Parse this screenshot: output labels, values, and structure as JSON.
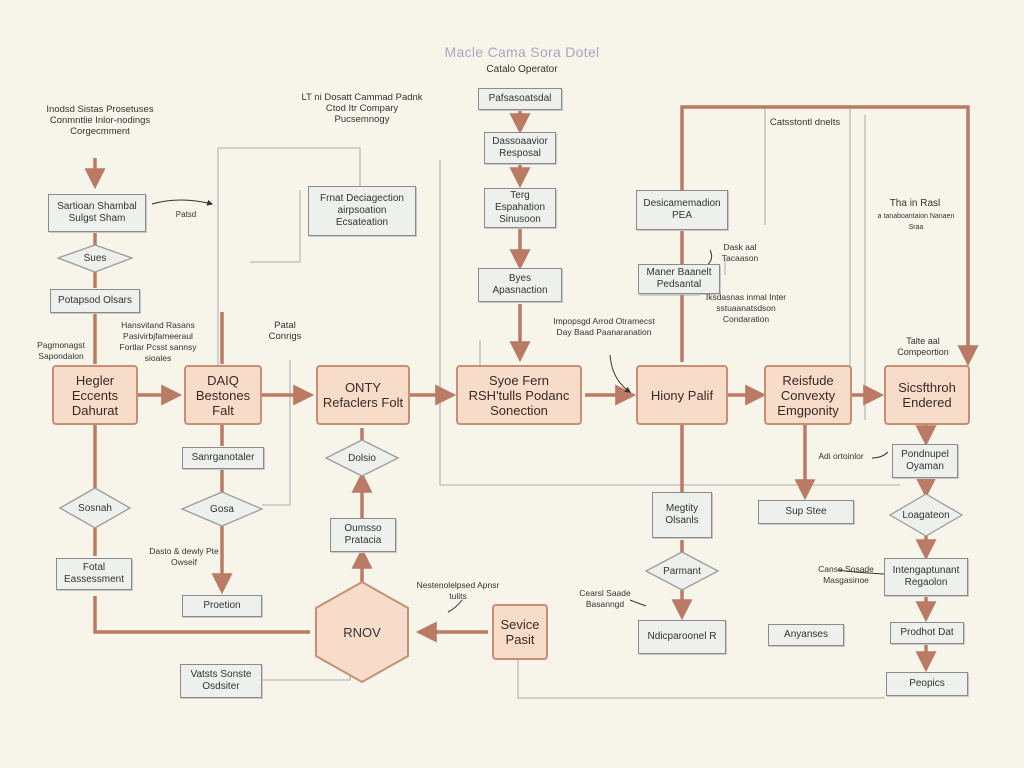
{
  "title": "Macle Cama Sora Dotel",
  "subtitle": "Catalo Operator",
  "main_nodes": [
    {
      "id": "m1",
      "label": "Hegler Eccents Dahurat"
    },
    {
      "id": "m2",
      "label": "DAIQ Bestones Falt"
    },
    {
      "id": "m3",
      "label": "ONTY Refaclers Folt"
    },
    {
      "id": "m4",
      "label": "Syoe Fern RSH'tulls Podanc Sonection"
    },
    {
      "id": "m5",
      "label": "Hiony Palif"
    },
    {
      "id": "m6",
      "label": "Reisfude Convexty Emgponity"
    },
    {
      "id": "m7",
      "label": "Sicsfthroh Endered"
    },
    {
      "id": "m8",
      "label": "Sevice Pasit"
    }
  ],
  "hexagon": {
    "label": "RNOV"
  },
  "boxes": [
    {
      "id": "b1",
      "label": "Sartioan Shambal Sulgst Sham"
    },
    {
      "id": "b2",
      "label": "Potapsod Olsars"
    },
    {
      "id": "b3",
      "label": "Fotal Eassessment"
    },
    {
      "id": "b4",
      "label": "Sanrganotaler"
    },
    {
      "id": "b5",
      "label": "Proetion"
    },
    {
      "id": "b6",
      "label": "Vatsts Sonste Osdsiter"
    },
    {
      "id": "b7",
      "label": "Frnat Deciagection airpsoation Ecsateation"
    },
    {
      "id": "b8",
      "label": "Oumsso Pratacia"
    },
    {
      "id": "b9",
      "label": "Pafsasoatsdal"
    },
    {
      "id": "b10",
      "label": "Dassoaavior Resposal"
    },
    {
      "id": "b11",
      "label": "Terg Espahation Sinusoon"
    },
    {
      "id": "b12",
      "label": "Byes Apasnaction"
    },
    {
      "id": "b13",
      "label": "Desicamemadion PEA"
    },
    {
      "id": "b14",
      "label": "Maner Baanelt Pedsantal"
    },
    {
      "id": "b15",
      "label": "Megtity Olsanls"
    },
    {
      "id": "b16",
      "label": "Ndicparoonel R"
    },
    {
      "id": "b17",
      "label": "Sup Stee"
    },
    {
      "id": "b18",
      "label": "Anyanses"
    },
    {
      "id": "b19",
      "label": "Pondnupel Oyaman"
    },
    {
      "id": "b20",
      "label": "Intengaptunant Regaolon"
    },
    {
      "id": "b21",
      "label": "Prodhot Dat"
    },
    {
      "id": "b22",
      "label": "Peopics"
    }
  ],
  "decisions": [
    {
      "id": "d1",
      "label": "Sues"
    },
    {
      "id": "d2",
      "label": "Sosnah"
    },
    {
      "id": "d3",
      "label": "Gosa"
    },
    {
      "id": "d4",
      "label": "Dolsio"
    },
    {
      "id": "d5",
      "label": "Parmant"
    },
    {
      "id": "d6",
      "label": "Loagateon"
    }
  ],
  "labels": [
    {
      "id": "t1",
      "label": "Inodsd Sistas Prosetuses Conmntlie Inlor-nodings Corgecmment"
    },
    {
      "id": "t2",
      "label": "LT ni Dosatt Cammad Padnk Ctod Itr Compary Pucsemnogy"
    },
    {
      "id": "t3",
      "label": "Catsstontl dnelts"
    },
    {
      "id": "t4",
      "label": "Tha in Rasl"
    },
    {
      "id": "t5",
      "label": "a tanaboantaion Nanaen Sraa"
    },
    {
      "id": "t6",
      "label": "Patsd"
    },
    {
      "id": "t7",
      "label": "Pagmonagst Sapondalon"
    },
    {
      "id": "t8",
      "label": "Hansvitand Rasans Pasivirbjfameeraul Fortlar Pcsst sannsy sioales"
    },
    {
      "id": "t9",
      "label": "Patal Conrigs"
    },
    {
      "id": "t10",
      "label": "Impopsgd Arrod Otramecst Day Baad Paanaranation"
    },
    {
      "id": "t11",
      "label": "Dask aal Tacaason"
    },
    {
      "id": "t12",
      "label": "Iksdasnas inmal Inter sstuaanatsdson Condaration"
    },
    {
      "id": "t13",
      "label": "Talte aal Compeortion"
    },
    {
      "id": "t14",
      "label": "Adi ortoinlor"
    },
    {
      "id": "t15",
      "label": "Dasto & dewly Pte Owseif"
    },
    {
      "id": "t16",
      "label": "Nestenolelpsed Apnsr tulits"
    },
    {
      "id": "t17",
      "label": "Cearsl Saade Basanngd"
    },
    {
      "id": "t18",
      "label": "Canse Sosade Masgasinoe"
    }
  ],
  "colors": {
    "accent_line": "#bb7a63",
    "main_fill": "#f6dcc9",
    "main_border": "#c98f74",
    "thin_line": "#b8bcbf"
  }
}
